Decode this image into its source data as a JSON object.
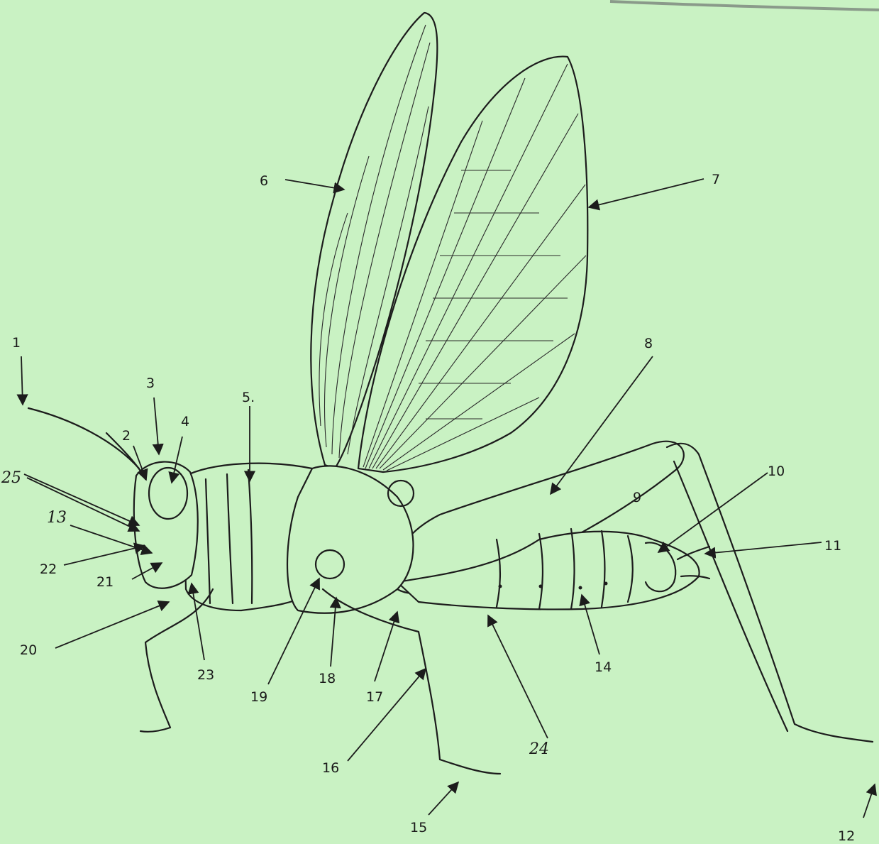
{
  "colors": {
    "background": "#c9f2c3",
    "ink": "#1c1c1c"
  },
  "labels": {
    "l1": "1",
    "l2": "2",
    "l3": "3",
    "l4": "4",
    "l5": "5.",
    "l6": "6",
    "l7": "7",
    "l8": "8",
    "l9": "9",
    "l10": "10",
    "l11": "11",
    "l12": "12",
    "l13": "13",
    "l14": "14",
    "l15": "15",
    "l16": "16",
    "l17": "17",
    "l18": "18",
    "l19": "19",
    "l20": "20",
    "l21": "21",
    "l22": "22",
    "l23": "23",
    "l24": "24",
    "l25": "25"
  }
}
